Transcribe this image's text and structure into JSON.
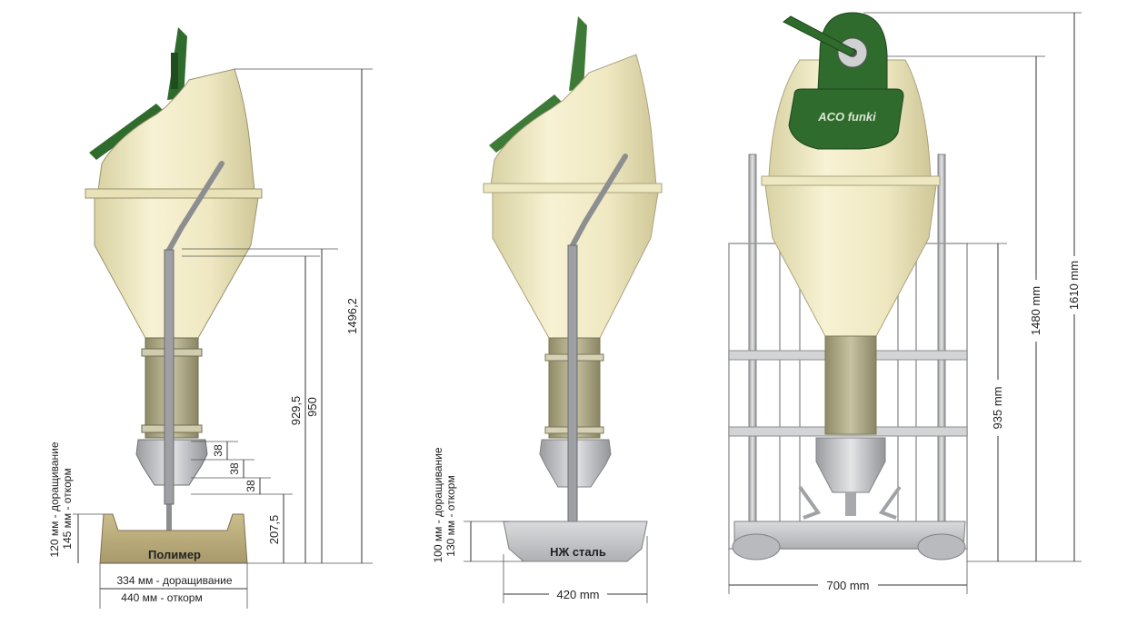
{
  "views": [
    {
      "id": "polymer",
      "base_label": "Полимер",
      "height_total": "1496,2",
      "height_trough": "929,5",
      "height_feeder": "950",
      "adjust_steps": [
        "38",
        "38",
        "38"
      ],
      "height_min": "207,5",
      "left_labels": [
        "120 мм - доращивание",
        "145 мм - откорм"
      ],
      "bottom_labels": [
        "334 мм - доращивание",
        "440 мм - откорм"
      ]
    },
    {
      "id": "steel",
      "base_label": "НЖ сталь",
      "left_labels": [
        "100 мм - доращивание",
        "130 мм - откорм"
      ],
      "width_label": "420 mm"
    },
    {
      "id": "frame",
      "brand_text": "ACO funki",
      "height_total": "1610 mm",
      "height_hopper": "1480 mm",
      "height_frame": "935 mm",
      "width_label": "700 mm"
    }
  ],
  "colors": {
    "hopper": "#f2ecc6",
    "lid_green": "#2f6b2c",
    "tube": "#b9b596",
    "steel": "#c9cacc",
    "polymer_base": "#b7a878"
  }
}
